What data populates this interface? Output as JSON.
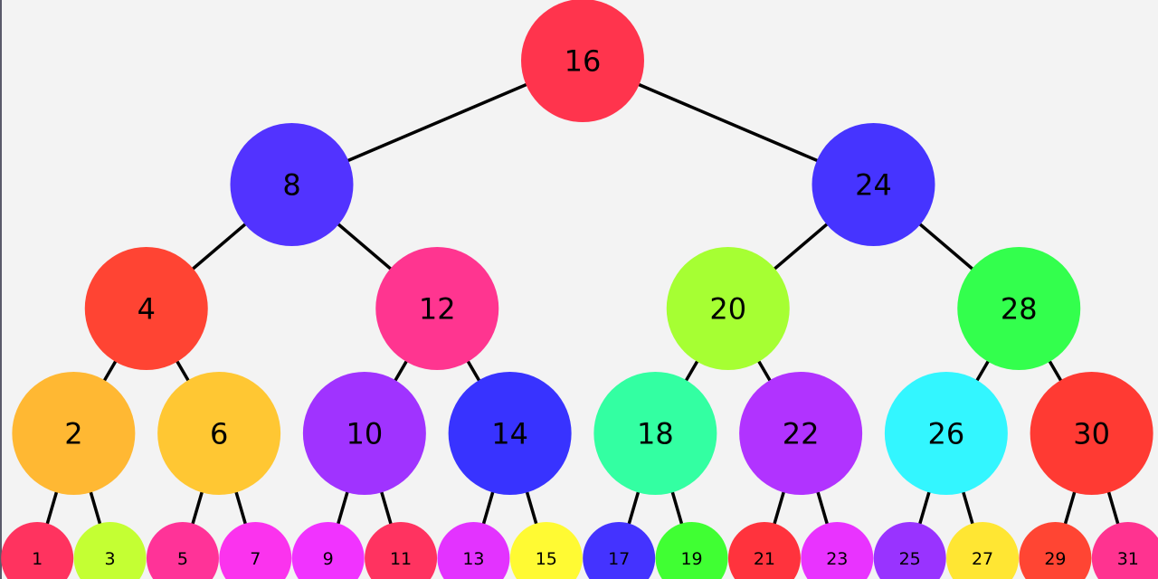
{
  "tree": {
    "nodes": [
      {
        "value": "16",
        "color": "#ff344d",
        "depth": 0,
        "index": 0
      },
      {
        "value": "8",
        "color": "#5233ff",
        "depth": 1,
        "index": 0
      },
      {
        "value": "24",
        "color": "#4634ff",
        "depth": 1,
        "index": 1
      },
      {
        "value": "4",
        "color": "#ff4433",
        "depth": 2,
        "index": 0
      },
      {
        "value": "12",
        "color": "#ff3590",
        "depth": 2,
        "index": 1
      },
      {
        "value": "20",
        "color": "#a6ff33",
        "depth": 2,
        "index": 2
      },
      {
        "value": "28",
        "color": "#33ff4d",
        "depth": 2,
        "index": 3
      },
      {
        "value": "2",
        "color": "#ffb833",
        "depth": 3,
        "index": 0
      },
      {
        "value": "6",
        "color": "#ffc733",
        "depth": 3,
        "index": 1
      },
      {
        "value": "10",
        "color": "#a033ff",
        "depth": 3,
        "index": 2
      },
      {
        "value": "14",
        "color": "#3833ff",
        "depth": 3,
        "index": 3
      },
      {
        "value": "18",
        "color": "#33ffa2",
        "depth": 3,
        "index": 4
      },
      {
        "value": "22",
        "color": "#b133ff",
        "depth": 3,
        "index": 5
      },
      {
        "value": "26",
        "color": "#33f6ff",
        "depth": 3,
        "index": 6
      },
      {
        "value": "30",
        "color": "#ff3a33",
        "depth": 3,
        "index": 7
      },
      {
        "value": "1",
        "color": "#ff335f",
        "depth": 4,
        "index": 0
      },
      {
        "value": "3",
        "color": "#c4ff33",
        "depth": 4,
        "index": 1
      },
      {
        "value": "5",
        "color": "#ff3398",
        "depth": 4,
        "index": 2
      },
      {
        "value": "7",
        "color": "#fb33ee",
        "depth": 4,
        "index": 3
      },
      {
        "value": "9",
        "color": "#f133ff",
        "depth": 4,
        "index": 4
      },
      {
        "value": "11",
        "color": "#ff3360",
        "depth": 4,
        "index": 5
      },
      {
        "value": "13",
        "color": "#e333ff",
        "depth": 4,
        "index": 6
      },
      {
        "value": "15",
        "color": "#fffa33",
        "depth": 4,
        "index": 7
      },
      {
        "value": "17",
        "color": "#4433ff",
        "depth": 4,
        "index": 8
      },
      {
        "value": "19",
        "color": "#40ff33",
        "depth": 4,
        "index": 9
      },
      {
        "value": "21",
        "color": "#ff333d",
        "depth": 4,
        "index": 10
      },
      {
        "value": "23",
        "color": "#e933ff",
        "depth": 4,
        "index": 11
      },
      {
        "value": "25",
        "color": "#9933ff",
        "depth": 4,
        "index": 12
      },
      {
        "value": "27",
        "color": "#ffe633",
        "depth": 4,
        "index": 13
      },
      {
        "value": "29",
        "color": "#ff4533",
        "depth": 4,
        "index": 14
      },
      {
        "value": "31",
        "color": "#ff3390",
        "depth": 4,
        "index": 15
      }
    ]
  }
}
